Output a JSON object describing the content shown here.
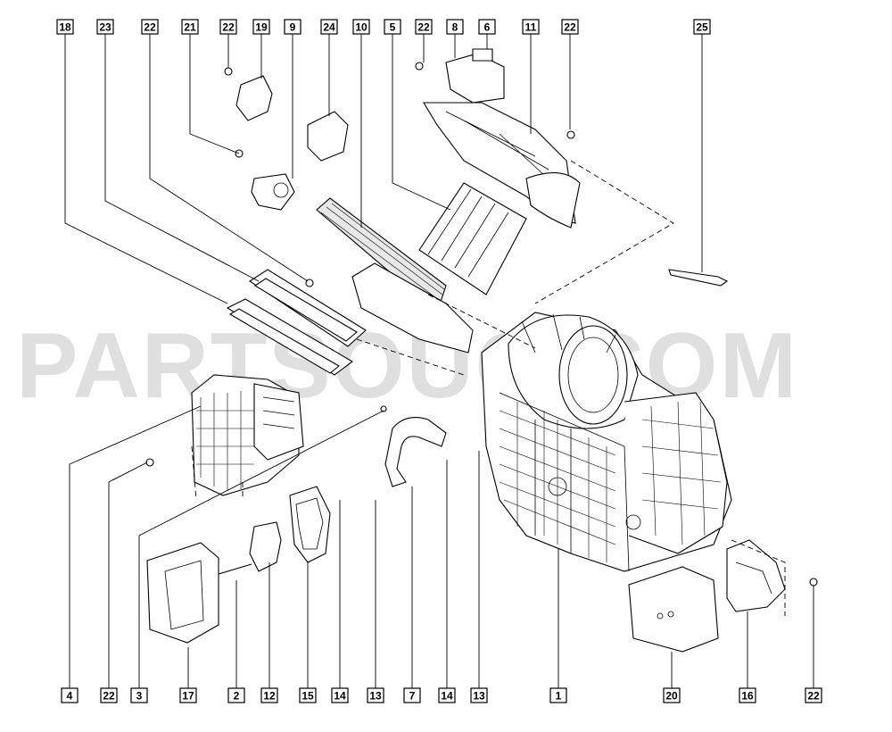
{
  "watermark": "PARTSOUQ.COM",
  "callouts_top": [
    "18",
    "23",
    "22",
    "21",
    "22",
    "19",
    "9",
    "24",
    "10",
    "5",
    "22",
    "8",
    "6",
    "11",
    "22",
    "25"
  ],
  "callouts_bottom": [
    "4",
    "22",
    "3",
    "17",
    "2",
    "12",
    "15",
    "14",
    "13",
    "7",
    "14",
    "13",
    "1",
    "20",
    "16",
    "22"
  ]
}
